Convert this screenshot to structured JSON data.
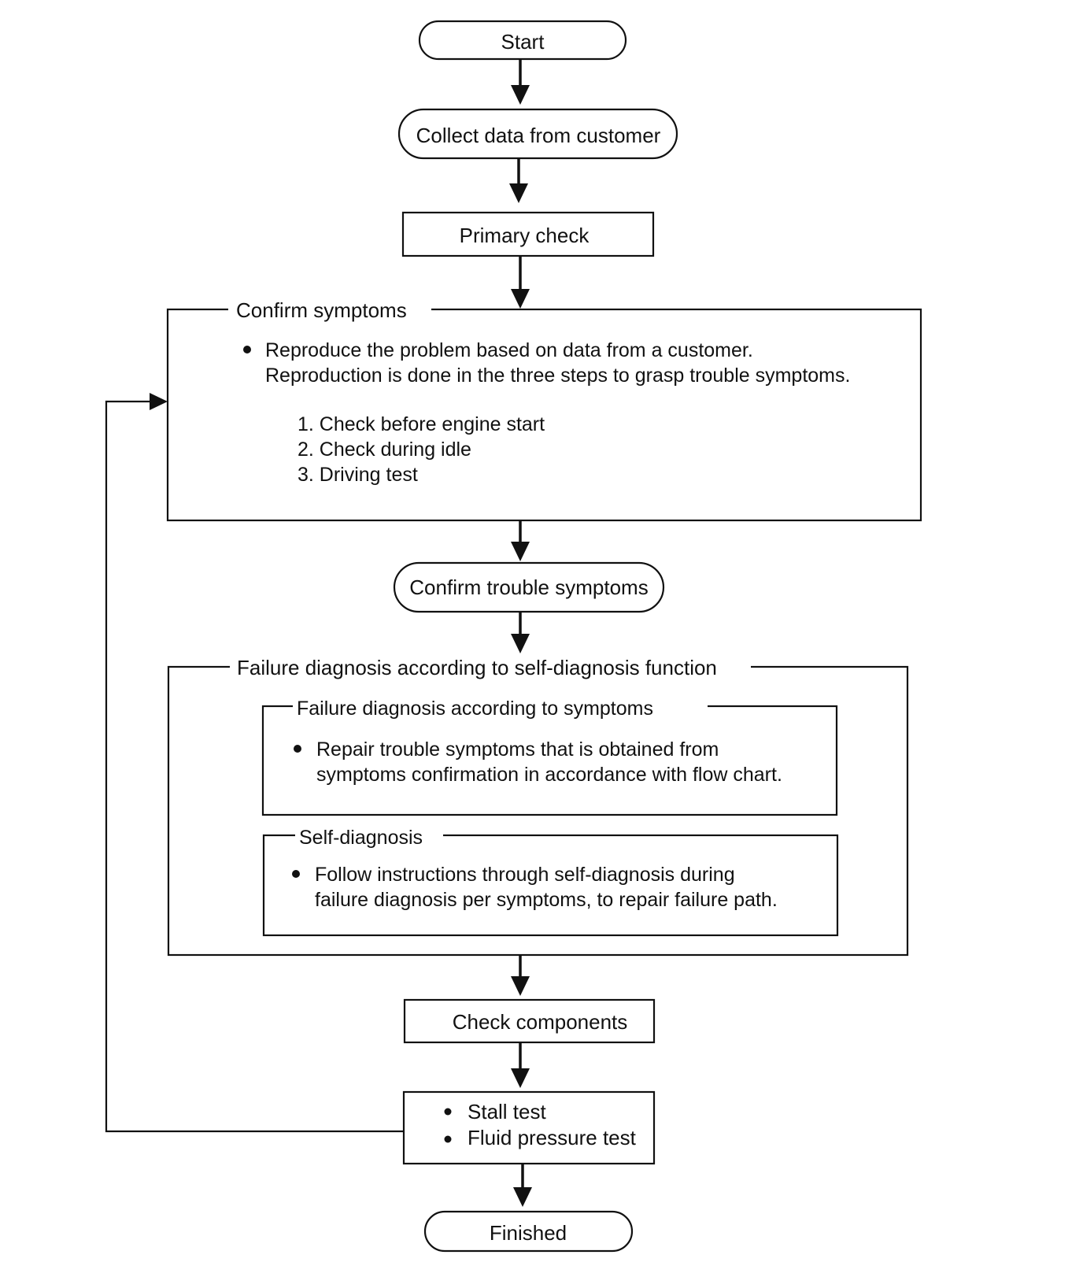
{
  "nodes": {
    "start": "Start",
    "collect_data": "Collect data from customer",
    "primary_check": "Primary check",
    "confirm_trouble": "Confirm trouble symptoms",
    "check_components": "Check components",
    "finished": "Finished"
  },
  "confirm_symptoms": {
    "title": "Confirm symptoms",
    "bullet_line1": "Reproduce the problem based on data from a customer.",
    "bullet_line2": "Reproduction is done in the three steps to grasp trouble symptoms.",
    "steps": [
      "1. Check before engine start",
      "2. Check during idle",
      "3. Driving test"
    ]
  },
  "failure_diagnosis": {
    "title": "Failure diagnosis according to self-diagnosis function",
    "by_symptoms": {
      "title": "Failure diagnosis according to symptoms",
      "line1": "Repair trouble symptoms that is obtained from",
      "line2": "symptoms confirmation in accordance with flow chart."
    },
    "self_diagnosis": {
      "title": "Self-diagnosis",
      "line1": "Follow instructions through self-diagnosis during",
      "line2": "failure diagnosis per symptoms, to repair failure path."
    }
  },
  "tests": {
    "items": [
      "Stall test",
      "Fluid pressure test"
    ]
  }
}
